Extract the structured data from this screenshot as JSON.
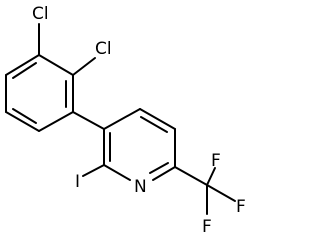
{
  "molecule": {
    "atoms": {
      "cl_top": "Cl",
      "cl_right": "Cl",
      "iodine": "I",
      "nitrogen": "N",
      "fluorine_top": "F",
      "fluorine_right": "F",
      "fluorine_bottom": "F"
    }
  },
  "colors": {
    "bond": "#000000",
    "text": "#000000",
    "background": "#ffffff"
  }
}
